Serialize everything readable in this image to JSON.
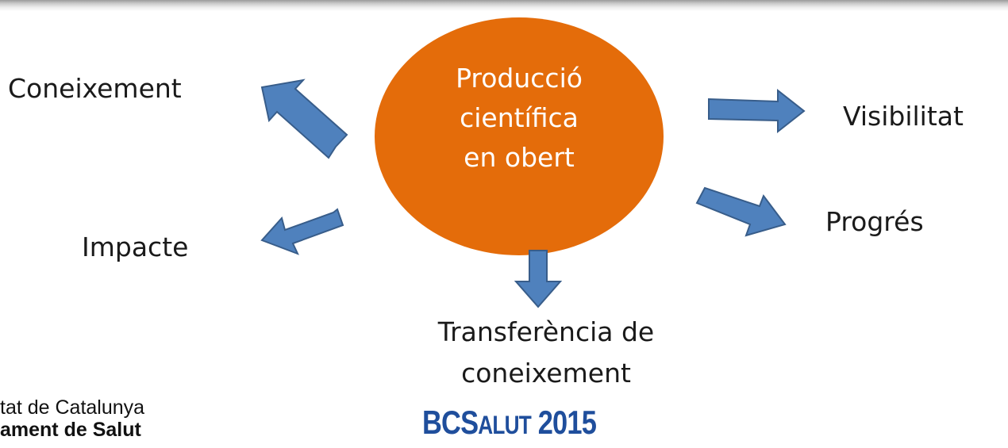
{
  "colors": {
    "circle_fill": "#e46c0a",
    "arrow_fill": "#4f81bd",
    "arrow_stroke": "#385d8a",
    "logo_blue": "#1f4e9c"
  },
  "center": {
    "lines": [
      "Producció",
      "científica",
      "en obert"
    ]
  },
  "outcomes": {
    "coneixement": "Coneixement",
    "impacte": "Impacte",
    "visibilitat": "Visibilitat",
    "progres": "Progrés",
    "transferencia": [
      "Transferència de",
      "coneixement"
    ]
  },
  "logos": {
    "gencat_line1": "tat de Catalunya",
    "gencat_line2": "ament de Salut",
    "bcsalut_big": "BCS",
    "bcsalut_small": "ALUT",
    "bcsalut_year": "2015"
  }
}
